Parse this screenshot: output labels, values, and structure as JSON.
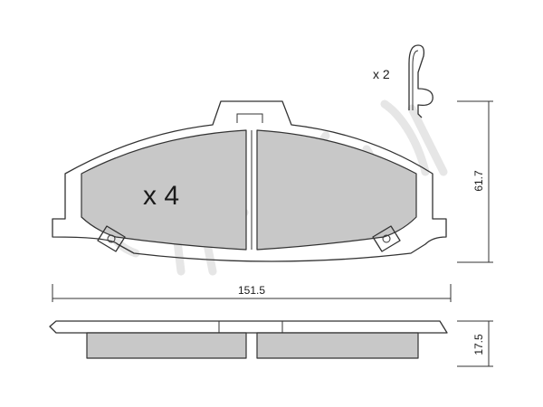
{
  "quantities": {
    "pads": "x 4",
    "clips": "x 2"
  },
  "dimensions": {
    "width": "151.5",
    "height": "61.7",
    "thickness": "17.5"
  },
  "watermark": {
    "brand": "cifam",
    "icon": "brand-logo-watermark"
  },
  "colors": {
    "friction_material": "#c8c8c8",
    "lines": "#333333",
    "watermark": "#e6e6e6"
  }
}
